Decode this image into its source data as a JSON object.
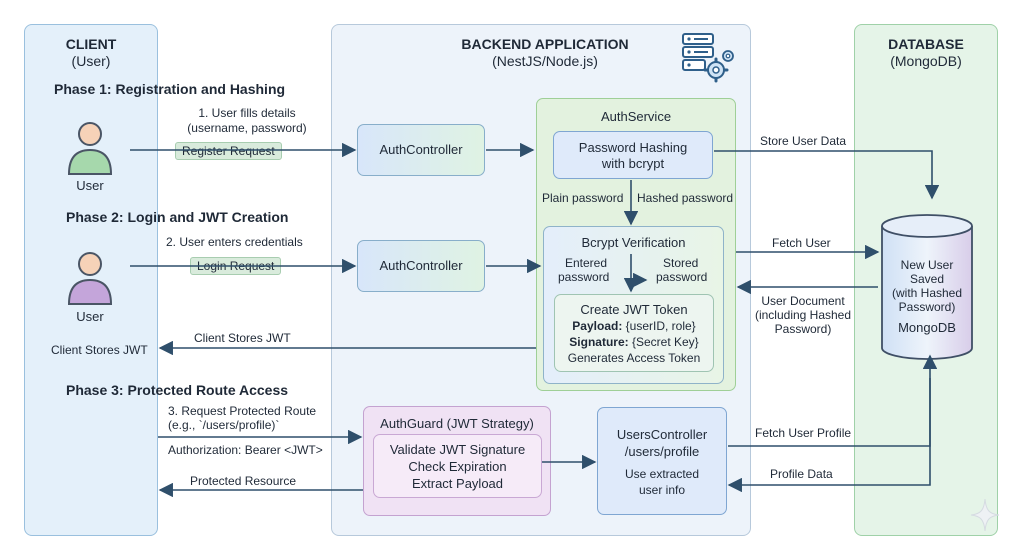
{
  "client": {
    "title": "CLIENT",
    "subtitle": "(User)",
    "phase1_title": "Phase 1: Registration and Hashing",
    "phase2_title": "Phase 2: Login and JWT Creation",
    "phase3_title": "Phase 3: Protected Route Access",
    "user_label_1": "User",
    "user_label_2": "User",
    "client_stores_jwt": "Client Stores JWT"
  },
  "backend": {
    "title": "BACKEND APPLICATION",
    "subtitle": "(NestJS/Node.js)",
    "auth_controller_1": "AuthController",
    "auth_controller_2": "AuthController",
    "auth_service": "AuthService",
    "password_hashing": [
      "Password Hashing",
      "with bcrypt"
    ],
    "plain_password": "Plain password",
    "hashed_password": "Hashed password",
    "bcrypt_verification": "Bcrypt Verification",
    "entered_password": [
      "Entered",
      "password"
    ],
    "stored_password": [
      "Stored",
      "password"
    ],
    "jwt_title": "Create JWT Token",
    "jwt_payload_key": "Payload:",
    "jwt_payload_val": "{userID, role}",
    "jwt_signature_key": "Signature:",
    "jwt_signature_val": "{Secret Key}",
    "jwt_generates": "Generates Access Token",
    "auth_guard": "AuthGuard (JWT Strategy)",
    "guard_steps": [
      "Validate JWT Signature",
      "Check Expiration",
      "Extract Payload"
    ],
    "users_controller": [
      "UsersController",
      "/users/profile"
    ],
    "users_controller_note": [
      "Use extracted",
      "user info"
    ]
  },
  "database": {
    "title": "DATABASE",
    "subtitle": "(MongoDB)",
    "cylinder_text": [
      "New User",
      "Saved",
      "(with Hashed",
      "Password)"
    ],
    "cylinder_name": "MongoDB"
  },
  "flows": {
    "user_fills": [
      "1. User fills details",
      "(username, password)"
    ],
    "register_request": "Register Request",
    "user_enters": "2. User enters credentials",
    "login_request": "Login Request",
    "client_stores_jwt": "Client Stores JWT",
    "request_protected": [
      "3. Request Protected Route",
      "(e.g., `/users/profile)`"
    ],
    "authorization": "Authorization: Bearer <JWT>",
    "protected_resource": "Protected Resource",
    "store_user_data": "Store User Data",
    "fetch_user": "Fetch User",
    "user_document": [
      "User Document",
      "(including Hashed",
      "Password)"
    ],
    "fetch_user_profile": "Fetch User Profile",
    "profile_data": "Profile Data"
  },
  "colors": {
    "arrow": "#2f4f6b",
    "client_lane": "#e4f0fa",
    "backend_lane": "#edf3fa",
    "db_lane": "#e5f4e8"
  }
}
